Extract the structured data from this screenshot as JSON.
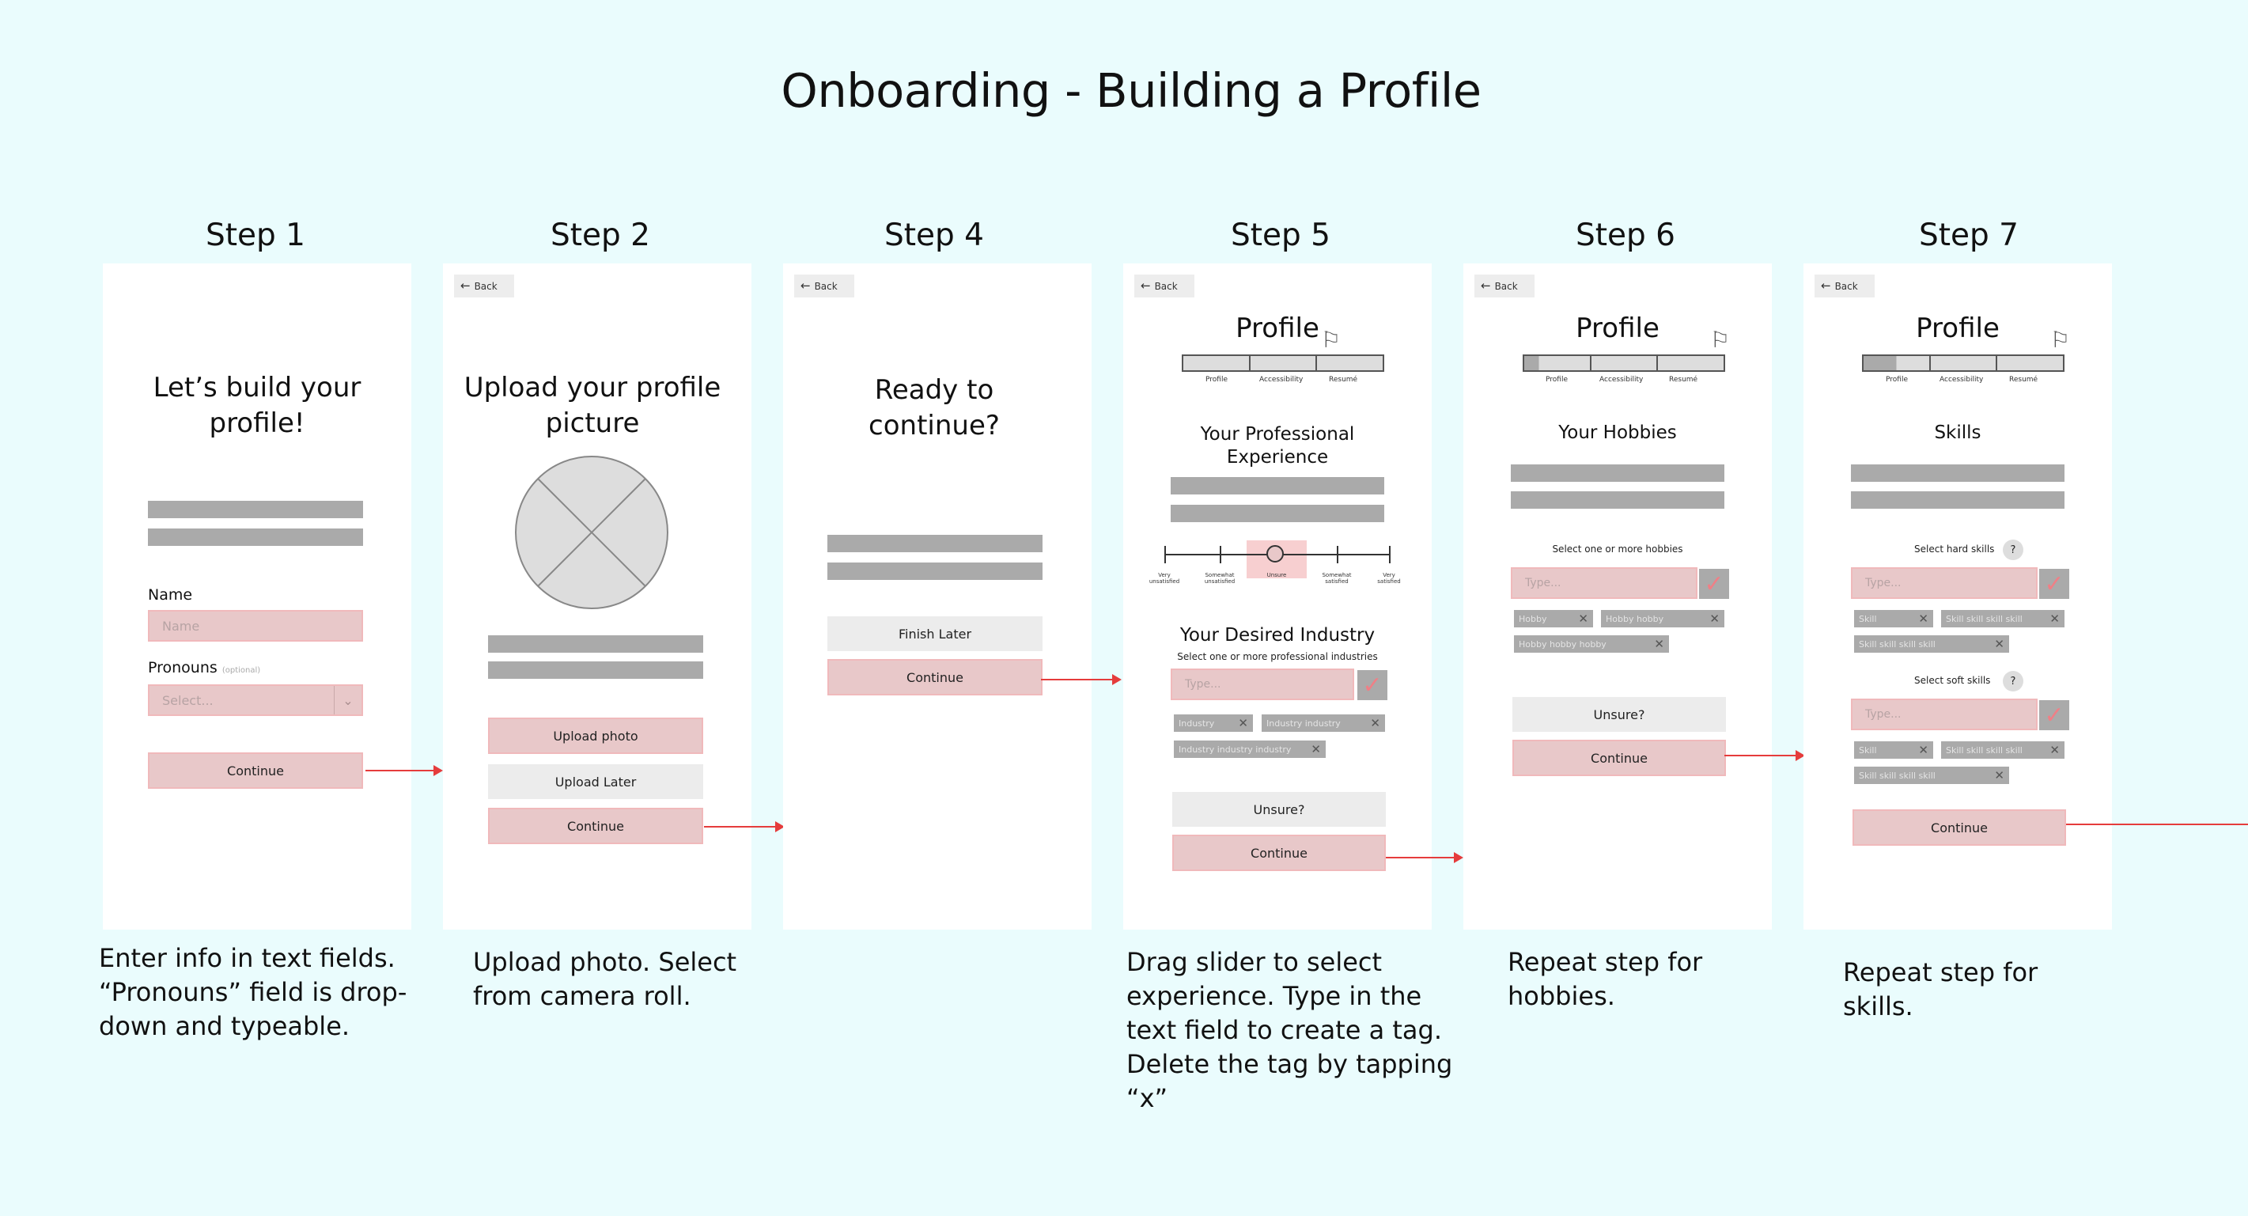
{
  "title": "Onboarding - Building a Profile",
  "common": {
    "back": "Back",
    "continue": "Continue",
    "unsure": "Unsure?",
    "profile": "Profile",
    "progress": [
      "Profile",
      "Accessibility",
      "Resumé"
    ],
    "type": "Type..."
  },
  "step1": {
    "label": "Step 1",
    "heading": "Let’s build your profile!",
    "name_label": "Name",
    "name_placeholder": "Name",
    "pronouns_label": "Pronouns",
    "optional": "(optional)",
    "select_placeholder": "Select...",
    "description": "Enter info in text fields. “Pronouns” field is drop-down and typeable."
  },
  "step2": {
    "label": "Step 2",
    "heading": "Upload your profile picture",
    "upload_photo": "Upload photo",
    "upload_later": "Upload Later",
    "description": "Upload photo. Select from camera roll."
  },
  "step4": {
    "label": "Step 4",
    "heading": "Ready to continue?",
    "finish_later": "Finish Later"
  },
  "step5": {
    "label": "Step 5",
    "heading": "Your Professional Experience",
    "scale": [
      "Very unsatisfied",
      "Somewhat unsatisfied",
      "Unsure",
      "Somewhat satisfied",
      "Very satisfied"
    ],
    "industry_heading": "Your Desired Industry",
    "industry_hint": "Select one or more professional industries",
    "tags": [
      "Industry",
      "Industry industry",
      "Industry industry industry"
    ],
    "description": "Drag slider to select experience. Type in the text field to create a tag. Delete the tag by tapping “x”"
  },
  "step6": {
    "label": "Step 6",
    "heading": "Your Hobbies",
    "hint": "Select one or more hobbies",
    "tags": [
      "Hobby",
      "Hobby hobby",
      "Hobby hobby hobby"
    ],
    "description": "Repeat step for hobbies."
  },
  "step7": {
    "label": "Step 7",
    "heading": "Skills",
    "hard_label": "Select hard skills",
    "soft_label": "Select soft skills",
    "tags": [
      "Skill",
      "Skill skill skill skill",
      "Skill skill skill skill"
    ],
    "help": "?",
    "description": "Repeat step for skills."
  },
  "colors": {
    "background": "#eafcfd",
    "accent_fill": "#e8c8c9",
    "arrow": "#e53c3c",
    "placeholder_bar": "#aaaaaa"
  }
}
